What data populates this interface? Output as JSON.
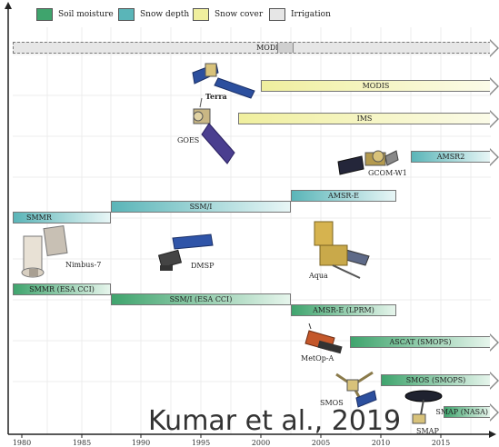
{
  "legend": {
    "soil": "Soil moisture",
    "snow": "Snow depth",
    "cover": "Snow cover",
    "irr": "Irrigation"
  },
  "bars": {
    "modis_irr": "MODIS",
    "modis_cover": "MODIS",
    "ims": "IMS",
    "amsr2": "AMSR2",
    "amsre": "AMSR-E",
    "ssmi": "SSM/I",
    "smmr": "SMMR",
    "smmr_cci": "SMMR (ESA CCI)",
    "ssmi_cci": "SSM/I (ESA CCI)",
    "amsre_lprm": "AMSR-E (LPRM)",
    "ascat": "ASCAT (SMOPS)",
    "smos_smops": "SMOS (SMOPS)",
    "smap": "SMAP (NASA)"
  },
  "satellites": {
    "terra": "Terra",
    "goes": "GOES",
    "gcom": "GCOM-W1",
    "nimbus": "Nimbus-7",
    "dmsp": "DMSP",
    "aqua": "Aqua",
    "metop": "MetOp-A",
    "smos": "SMOS",
    "smap": "SMAP"
  },
  "axis": {
    "ticks": [
      "1980",
      "1985",
      "1990",
      "1995",
      "2000",
      "2005",
      "2010",
      "2015"
    ]
  },
  "credit": "Kumar et al., 2019",
  "colors": {
    "soil": "#3fa46d",
    "snow": "#5ab5b8",
    "cover": "#f0ef9e",
    "irr": "#e6e6e6"
  }
}
